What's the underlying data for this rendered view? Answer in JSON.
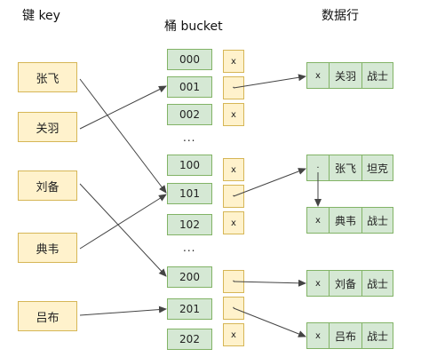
{
  "headers": {
    "keys": "键 key",
    "buckets": "桶 bucket",
    "rows": "数据行"
  },
  "keys": [
    "张飞",
    "关羽",
    "刘备",
    "典韦",
    "吕布"
  ],
  "buckets": [
    "000",
    "001",
    "002",
    "100",
    "101",
    "102",
    "200",
    "201",
    "202"
  ],
  "ellipsis": [
    "...",
    "..."
  ],
  "pointers": [
    "x",
    "·",
    "x",
    "x",
    "·",
    "x",
    "·",
    "·",
    "x"
  ],
  "rows": [
    {
      "ptr": "x",
      "name": "关羽",
      "role": "战士"
    },
    {
      "ptr": "·",
      "name": "张飞",
      "role": "坦克"
    },
    {
      "ptr": "x",
      "name": "典韦",
      "role": "战士"
    },
    {
      "ptr": "x",
      "name": "刘备",
      "role": "战士"
    },
    {
      "ptr": "x",
      "name": "吕布",
      "role": "战士"
    }
  ],
  "colors": {
    "key_fill": "#fff2cc",
    "key_stroke": "#d6b656",
    "bucket_fill": "#d5e8d4",
    "bucket_stroke": "#82b366",
    "arrow": "#444444"
  }
}
